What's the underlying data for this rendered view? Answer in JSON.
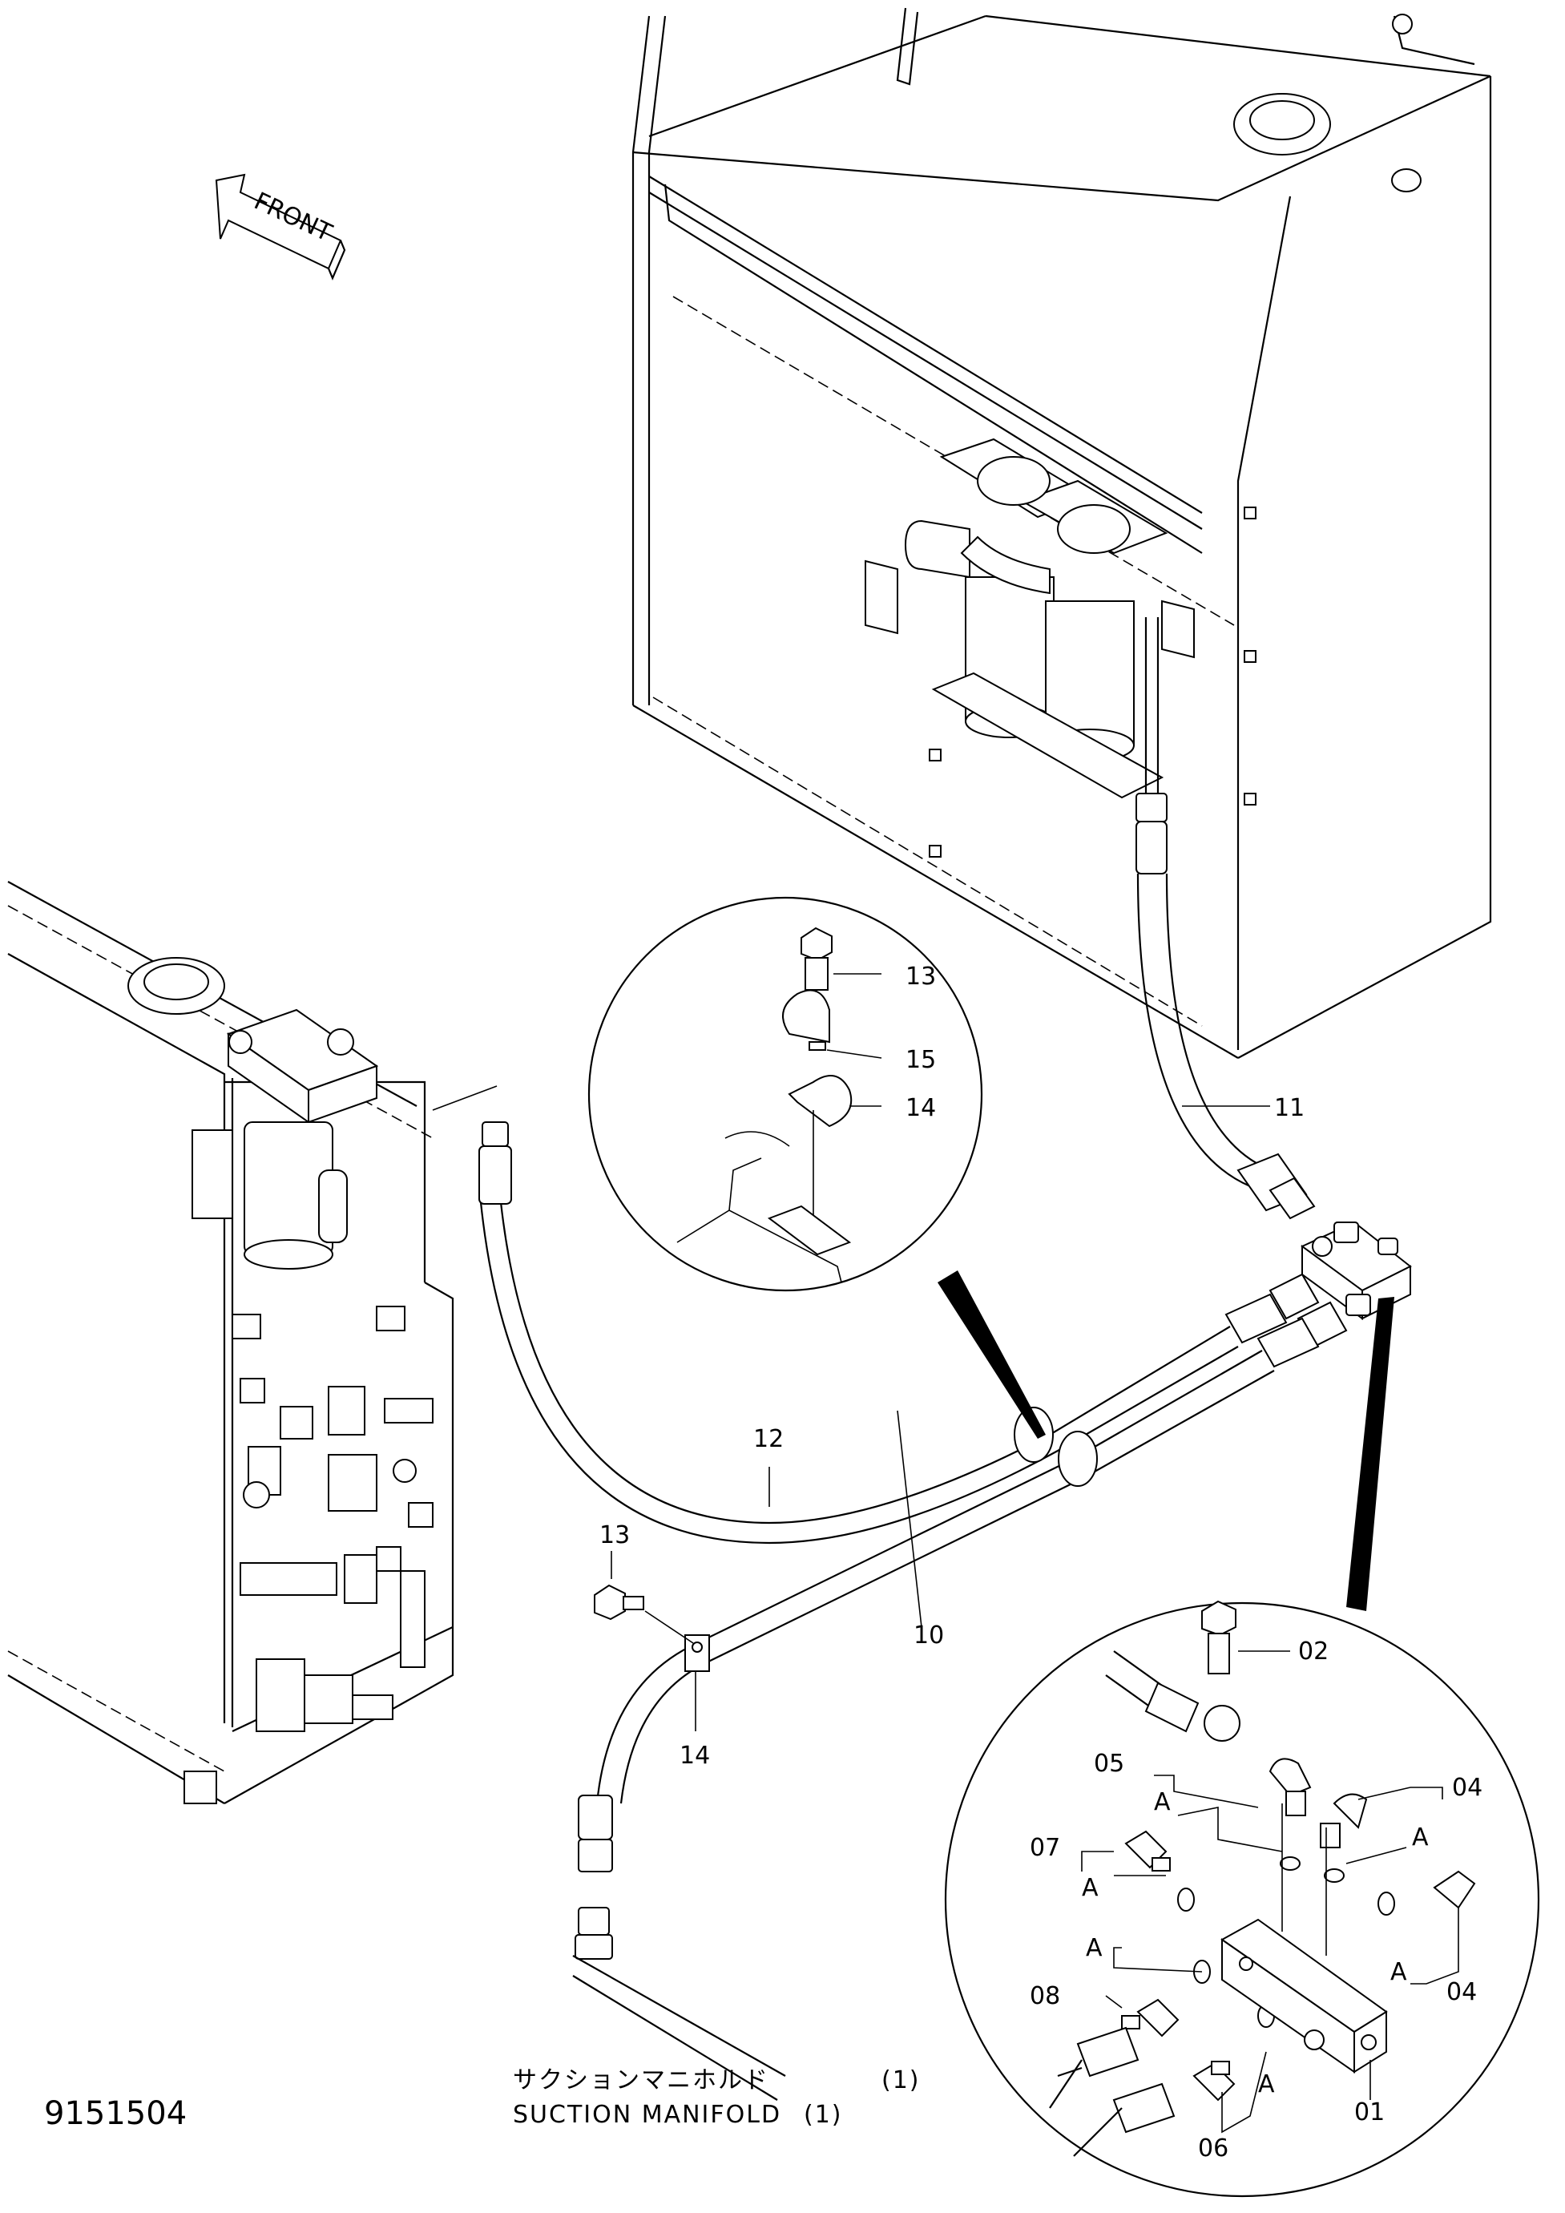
{
  "drawing_number": "9151504",
  "title_jp": "サクションマニホルド",
  "title_jp_qty": "(1)",
  "title_en": "SUCTION MANIFOLD",
  "title_en_qty": "(1)",
  "front_label": "FRONT",
  "main_labels": {
    "p10": "10",
    "p11": "11",
    "p12": "12",
    "p13": "13",
    "p14": "14"
  },
  "detail_clamp": {
    "p13": "13",
    "p14": "14",
    "p15": "15"
  },
  "detail_manifold": {
    "p01": "01",
    "p02": "02",
    "p04a": "04",
    "p04b": "04",
    "p05": "05",
    "p06": "06",
    "p07": "07",
    "p08": "08",
    "a1": "A",
    "a2": "A",
    "a3": "A",
    "a4": "A",
    "a5": "A",
    "a6": "A"
  }
}
